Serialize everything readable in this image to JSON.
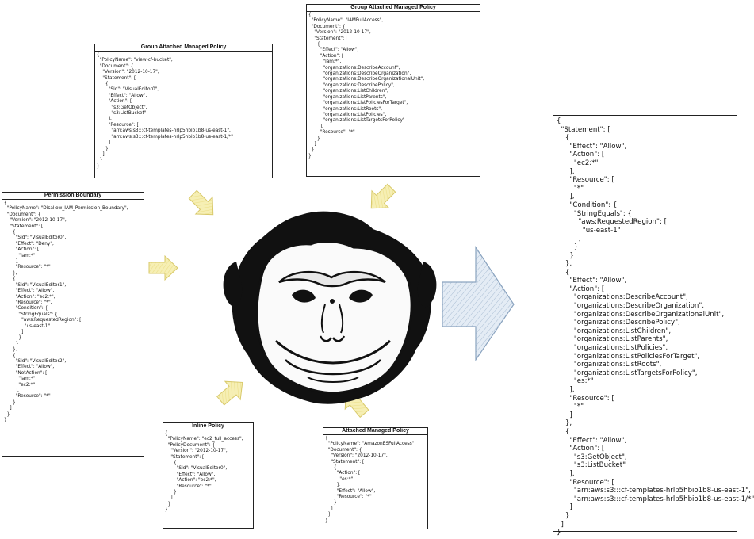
{
  "boxes": {
    "group_view_cf": {
      "title": "Group Attached Managed Policy",
      "code": "{\n  \"PolicyName\": \"view-cf-bucket\",\n  \"Document\": {\n    \"Version\": \"2012-10-17\",\n    \"Statement\": [\n      {\n        \"Sid\": \"VisualEditor0\",\n        \"Effect\": \"Allow\",\n        \"Action\": [\n          \"s3:GetObject\",\n          \"s3:ListBucket\"\n        ],\n        \"Resource\": [\n          \"arn:aws:s3:::cf-templates-hrlp5hbio1b8-us-east-1\",\n          \"arn:aws:s3:::cf-templates-hrlp5hbio1b8-us-east-1/*\"\n        ]\n      }\n    ]\n  }\n}"
    },
    "group_iam_full": {
      "title": "Group Attached Managed Policy",
      "code": "{\n  \"PolicyName\": \"IAMFullAccess\",\n  \"Document\": {\n    \"Version\": \"2012-10-17\",\n    \"Statement\": [\n      {\n        \"Effect\": \"Allow\",\n        \"Action\": [\n          \"iam:*\",\n          \"organizations:DescribeAccount\",\n          \"organizations:DescribeOrganization\",\n          \"organizations:DescribeOrganizationalUnit\",\n          \"organizations:DescribePolicy\",\n          \"organizations:ListChildren\",\n          \"organizations:ListParents\",\n          \"organizations:ListPoliciesForTarget\",\n          \"organizations:ListRoots\",\n          \"organizations:ListPolicies\",\n          \"organizations:ListTargetsForPolicy\"\n        ],\n        \"Resource\": \"*\"\n      }\n    ]\n  }\n}"
    },
    "permission_boundary": {
      "title": "Permission Boundary",
      "code": "{\n  \"PolicyName\": \"Disallow_IAM_Permission_Boundary\",\n  \"Document\": {\n    \"Version\": \"2012-10-17\",\n    \"Statement\": [\n      {\n        \"Sid\": \"VisualEditor0\",\n        \"Effect\": \"Deny\",\n        \"Action\": [\n          \"iam:*\"\n        ],\n        \"Resource\": \"*\"\n      },\n      {\n        \"Sid\": \"VisualEditor1\",\n        \"Effect\": \"Allow\",\n        \"Action\": \"ec2:*\",\n        \"Resource\": \"*\",\n        \"Condition\": {\n          \"StringEquals\": {\n            \"aws:RequestedRegion\": [\n              \"us-east-1\"\n            ]\n          }\n        }\n      },\n      {\n        \"Sid\": \"VisualEditor2\",\n        \"Effect\": \"Allow\",\n        \"NotAction\": [\n          \"iam:*\",\n          \"ec2:*\"\n        ],\n        \"Resource\": \"*\"\n      }\n    ]\n  }\n}"
    },
    "inline_policy": {
      "title": "Inline Policy",
      "code": "{\n  \"PolicyName\": \"ec2_full_access\",\n  \"PolicyDocument\": {\n    \"Version\": \"2012-10-17\",\n    \"Statement\": [\n      {\n        \"Sid\": \"VisualEditor0\",\n        \"Effect\": \"Allow\",\n        \"Action\": \"ec2:*\",\n        \"Resource\": \"*\"\n      }\n    ]\n  }\n}"
    },
    "attached_es": {
      "title": "Attached Managed Policy",
      "code": "{\n  \"PolicyName\": \"AmazonESFullAccess\",\n  \"Document\": {\n    \"Version\": \"2012-10-17\",\n    \"Statement\": [\n      {\n        \"Action\": [\n          \"es:*\"\n        ],\n        \"Effect\": \"Allow\",\n        \"Resource\": \"*\"\n      }\n    ]\n  }\n}"
    },
    "effective": {
      "code": "{\n  \"Statement\": [\n    {\n      \"Effect\": \"Allow\",\n      \"Action\": [\n        \"ec2:*\"\n      ],\n      \"Resource\": [\n        \"*\"\n      ],\n      \"Condition\": {\n        \"StringEquals\": {\n          \"aws:RequestedRegion\": [\n            \"us-east-1\"\n          ]\n        }\n      }\n    },\n    {\n      \"Effect\": \"Allow\",\n      \"Action\": [\n        \"organizations:DescribeAccount\",\n        \"organizations:DescribeOrganization\",\n        \"organizations:DescribeOrganizationalUnit\",\n        \"organizations:DescribePolicy\",\n        \"organizations:ListChildren\",\n        \"organizations:ListParents\",\n        \"organizations:ListPolicies\",\n        \"organizations:ListPoliciesForTarget\",\n        \"organizations:ListRoots\",\n        \"organizations:ListTargetsForPolicy\",\n        \"es:*\"\n      ],\n      \"Resource\": [\n        \"*\"\n      ]\n    },\n    {\n      \"Effect\": \"Allow\",\n      \"Action\": [\n        \"s3:GetObject\",\n        \"s3:ListBucket\"\n      ],\n      \"Resource\": [\n        \"arn:aws:s3:::cf-templates-hrlp5hbio1b8-us-east-1\",\n        \"arn:aws:s3:::cf-templates-hrlp5hbio1b8-us-east-1/*\"\n      ]\n    }\n  ]\n}"
    }
  },
  "icons": {
    "center": "gorilla-face-icon",
    "result_arrow": "right-arrow-icon"
  },
  "colors": {
    "input_arrow_fill": "#f6efb4",
    "input_arrow_stroke": "#d8c96a",
    "result_arrow_fill": "#dce7f3",
    "result_arrow_stroke": "#8aa3bf",
    "ink": "#111111"
  }
}
